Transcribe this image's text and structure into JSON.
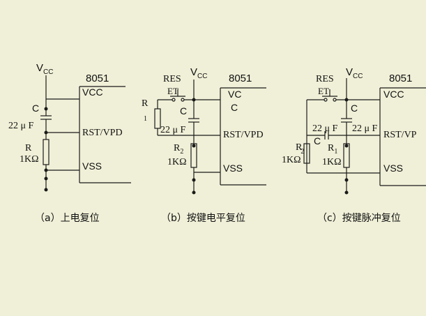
{
  "circuit_a": {
    "vcc": "V",
    "vcc_sub": "CC",
    "chip": "8051",
    "pin_vcc": "VCC",
    "pin_rst": "RST/VPD",
    "pin_vss": "VSS",
    "cap_label": "C",
    "cap_value": "22 μ F",
    "res_label": "R",
    "res_value": "1KΩ",
    "caption": "（a）上电复位"
  },
  "circuit_b": {
    "vcc": "V",
    "vcc_sub": "CC",
    "chip": "8051",
    "switch_label": "RES",
    "switch_sub": "ET",
    "pin_vcc_1": "VC",
    "pin_vcc_2": "C",
    "pin_rst": "RST/VPD",
    "pin_vss": "VSS",
    "cap_label": "C",
    "cap_value": "22 μ F",
    "r1_label": "R",
    "r1_sub": "1",
    "r2_label": "R",
    "r2_sub": "2",
    "r2_value": "1KΩ",
    "caption": "（b）按键电平复位"
  },
  "circuit_c": {
    "vcc": "V",
    "vcc_sub": "CC",
    "chip": "8051",
    "switch_label": "RES",
    "switch_sub": "ET",
    "pin_vcc": "VCC",
    "pin_rst": "RST/VP",
    "pin_vss": "VSS",
    "cap_top_label": "C",
    "cap_top_value": "22 μ F",
    "cap_left_label": "C",
    "cap_left_value": "22 μ F",
    "r2_label": "R",
    "r2_sub": "2",
    "r2_value": "1KΩ",
    "r1_label": "R",
    "r1_sub": "1",
    "r1_value": "1KΩ",
    "caption": "（c）按键脉冲复位"
  }
}
